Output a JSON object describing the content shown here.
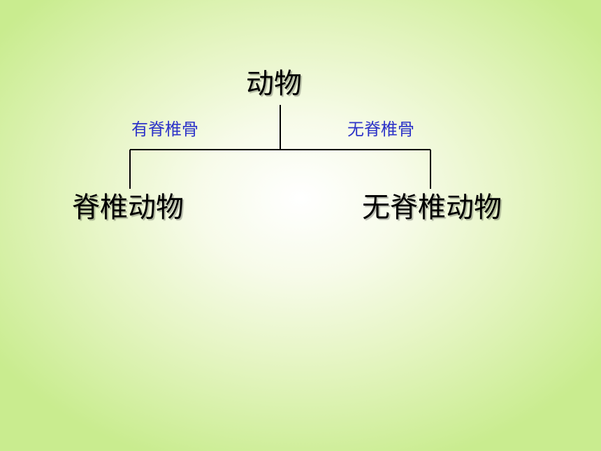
{
  "diagram": {
    "root": {
      "label": "动物"
    },
    "branches": [
      {
        "edge_label": "有脊椎骨",
        "child_label": "脊椎动物"
      },
      {
        "edge_label": "无脊椎骨",
        "child_label": "无脊椎动物"
      }
    ]
  },
  "colors": {
    "node_text": "#000000",
    "edge_label_text": "#2d33c8",
    "line": "#000000",
    "background_center": "#ffffff",
    "background_edge": "#c9ec8f"
  }
}
